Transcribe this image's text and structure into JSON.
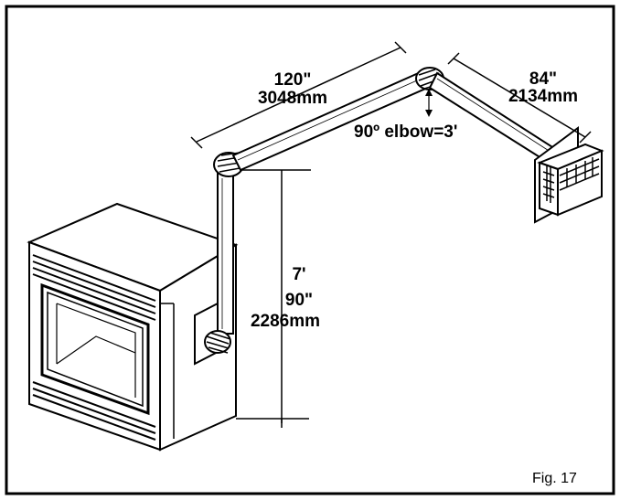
{
  "labels": {
    "horizontal_run_in": "120\"",
    "horizontal_run_mm": "3048mm",
    "terminal_run_in": "84\"",
    "terminal_run_mm": "2134mm",
    "elbow_note": "90º elbow=3'",
    "vertical_run_ft": "7'",
    "vertical_run_in": "90\"",
    "vertical_run_mm": "2286mm",
    "figure_caption": "Fig. 17"
  }
}
